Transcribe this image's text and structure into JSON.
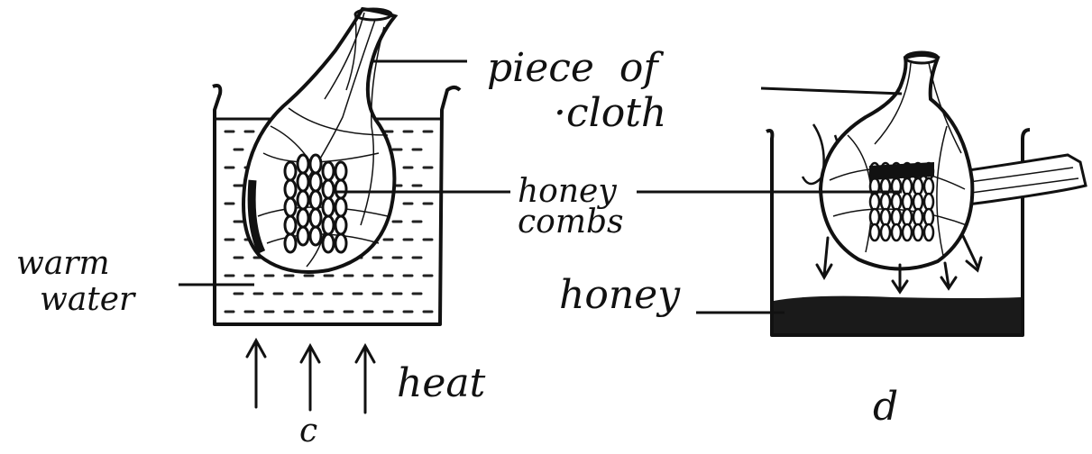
{
  "labels": {
    "piece_of": "piece  of",
    "cloth": "·cloth",
    "honey_combs_1": "honey",
    "honey_combs_2": "combs",
    "warm": "warm",
    "water": "water",
    "honey": "honey",
    "heat": "heat",
    "c": "c",
    "d": "d"
  },
  "colors": {
    "ink": "#111111",
    "water_dash": "#222222",
    "honey_fill": "#1a1a1a",
    "background": "#ffffff"
  }
}
